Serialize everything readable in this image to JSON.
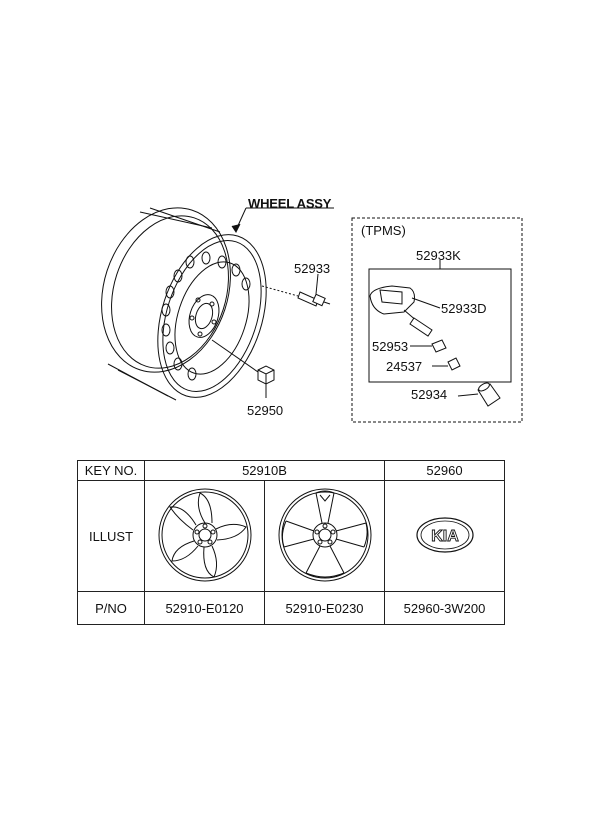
{
  "diagram": {
    "title": "WHEEL ASSY",
    "tpms_label": "(TPMS)",
    "labels": {
      "p52933": "52933",
      "p52950": "52950",
      "p52933K": "52933K",
      "p52933D": "52933D",
      "p52953": "52953",
      "p24537": "24537",
      "p52934": "52934"
    }
  },
  "table": {
    "header": {
      "key": "KEY NO.",
      "col1": "52910B",
      "col3": "52960"
    },
    "illust_label": "ILLUST",
    "pno_label": "P/NO",
    "pnos": [
      "52910-E0120",
      "52910-E0230",
      "52960-3W200"
    ],
    "logo_text": "KIA"
  },
  "icons": [
    "steel-wheel-icon",
    "valve-stem-icon",
    "lug-nut-icon",
    "tpms-sensor-icon",
    "valve-cap-icon",
    "alloy-wheel-icon",
    "kia-emblem-icon"
  ]
}
